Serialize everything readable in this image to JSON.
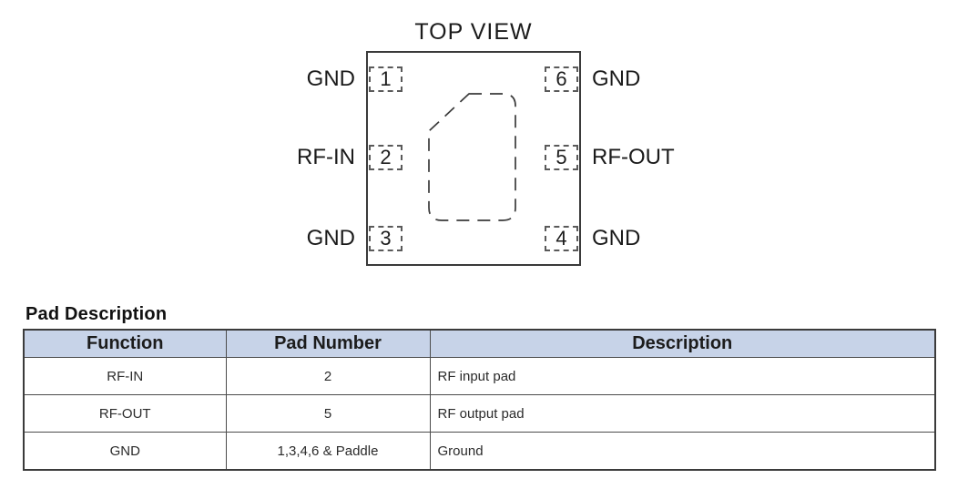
{
  "diagram": {
    "title": "TOP VIEW",
    "left_pads": [
      {
        "number": "1",
        "label": "GND"
      },
      {
        "number": "2",
        "label": "RF-IN"
      },
      {
        "number": "3",
        "label": "GND"
      }
    ],
    "right_pads": [
      {
        "number": "6",
        "label": "GND"
      },
      {
        "number": "5",
        "label": "RF-OUT"
      },
      {
        "number": "4",
        "label": "GND"
      }
    ]
  },
  "table": {
    "heading": "Pad Description",
    "headers": [
      "Function",
      "Pad Number",
      "Description"
    ],
    "rows": [
      [
        "RF-IN",
        "2",
        "RF input pad"
      ],
      [
        "RF-OUT",
        "5",
        "RF output pad"
      ],
      [
        "GND",
        "1,3,4,6 & Paddle",
        "Ground"
      ]
    ]
  },
  "colors": {
    "table_header_bg": "#c7d3e8",
    "table_border": "#4c4c4c",
    "diagram_line": "#3a3a3a"
  }
}
